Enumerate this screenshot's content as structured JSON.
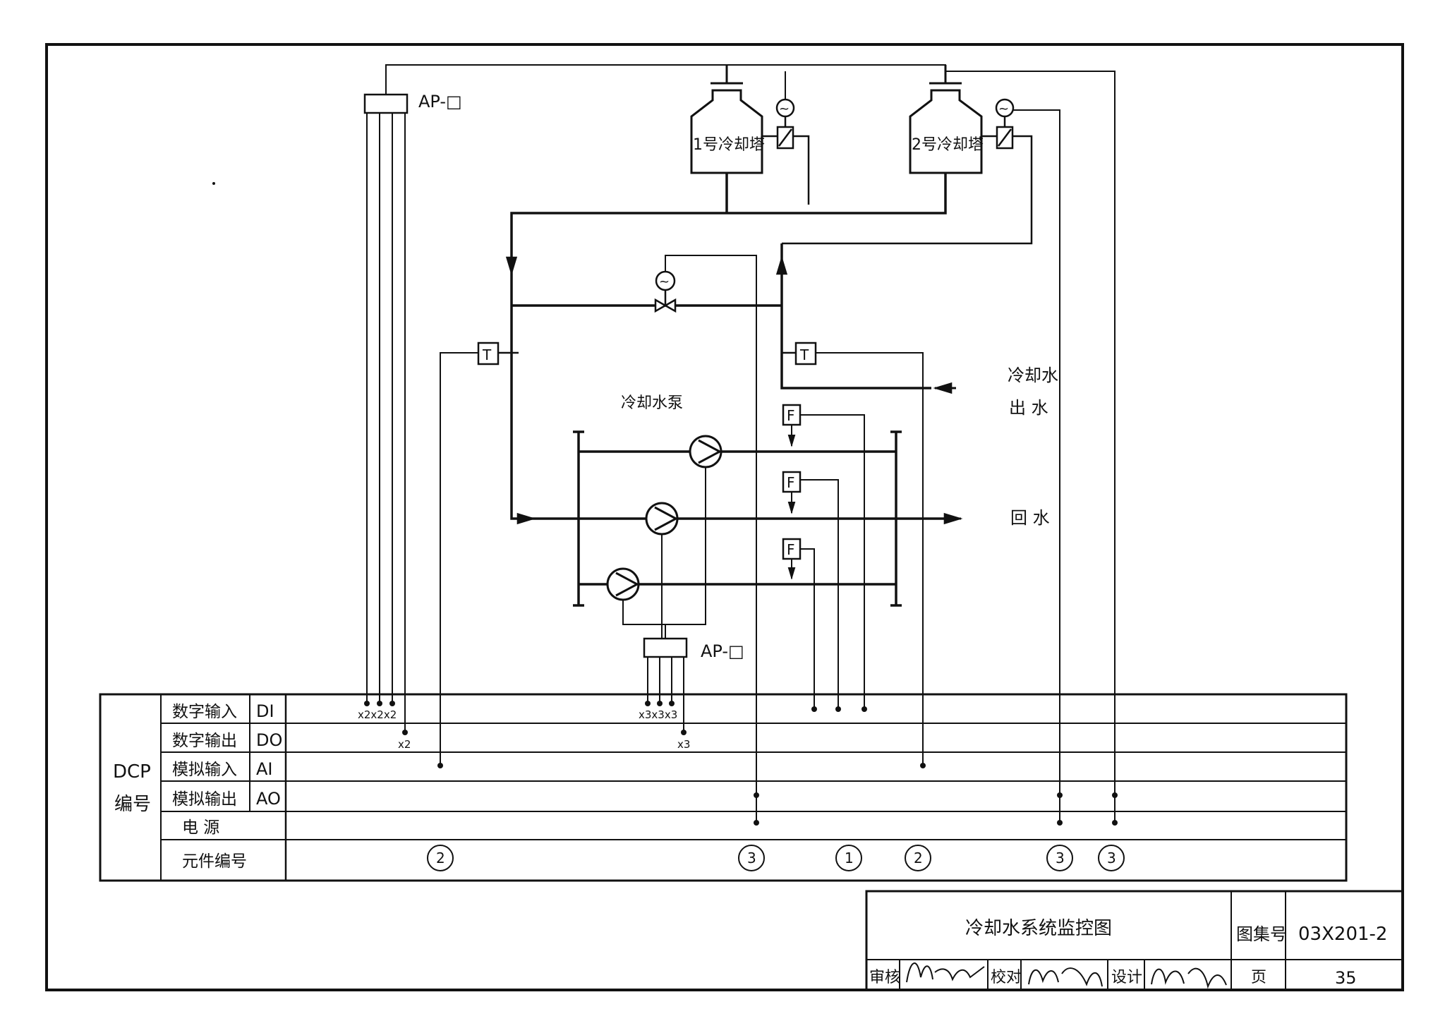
{
  "ap_labels": {
    "top": "AP-□",
    "bottom": "AP-□"
  },
  "towers": [
    {
      "label": "1号冷却塔"
    },
    {
      "label": "2号冷却塔"
    }
  ],
  "pump_group_label": "冷却水泵",
  "pipe_labels": {
    "outlet_line1": "冷却水",
    "outlet_line2": "出  水",
    "return": "回  水"
  },
  "instrument_symbols": {
    "temperature": "T",
    "flow": "F",
    "motor": "~"
  },
  "dcp": {
    "header_line1": "DCP",
    "header_line2": "编号",
    "rows": [
      {
        "name": "数字输入",
        "code": "DI"
      },
      {
        "name": "数字输出",
        "code": "DO"
      },
      {
        "name": "模拟输入",
        "code": "AI"
      },
      {
        "name": "模拟输出",
        "code": "AO"
      },
      {
        "name": "电    源",
        "code": ""
      },
      {
        "name": "元件编号",
        "code": ""
      }
    ],
    "multipliers": {
      "di_left": "x2x2x2",
      "do_left": "x2",
      "di_mid": "x3x3x3",
      "do_mid": "x3"
    },
    "element_numbers": [
      "2",
      "3",
      "1",
      "2",
      "3",
      "3"
    ]
  },
  "title_block": {
    "title": "冷却水系统监控图",
    "atlas_label": "图集号",
    "atlas_no": "03X201-2",
    "review_label": "审核",
    "check_label": "校对",
    "design_label": "设计",
    "page_label": "页",
    "page_no": "35"
  }
}
